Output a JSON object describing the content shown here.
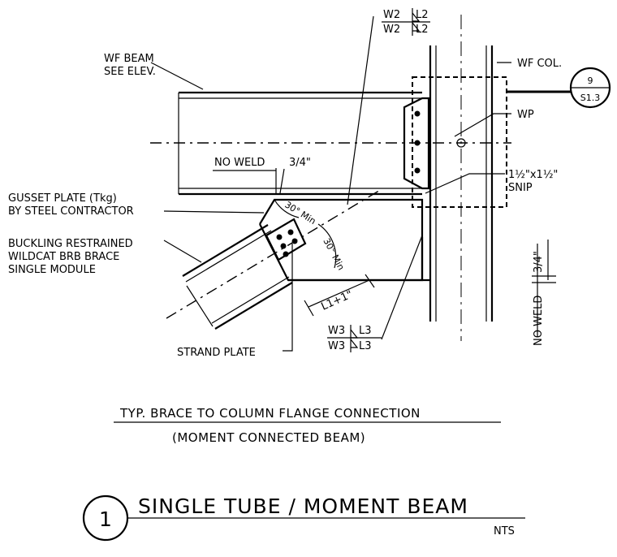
{
  "labels": {
    "wf_beam": "WF BEAM",
    "see_elev": "SEE ELEV.",
    "wf_col": "WF COL.",
    "wp": "WP",
    "no_weld": "NO WELD",
    "frac_34": "3/4\"",
    "snip_dim": "1½\"x1½\"",
    "snip": "SNIP",
    "gusset_1": "GUSSET PLATE (Tkg)",
    "gusset_2": "BY STEEL CONTRACTOR",
    "brb_1": "BUCKLING RESTRAINED",
    "brb_2": "WILDCAT BRB BRACE",
    "brb_3": "SINGLE MODULE",
    "strand_plate": "STRAND PLATE",
    "min30_a": "30° Min",
    "min30_b": "30° Min",
    "l1": "L1+1\"",
    "no_weld_v": "NO WELD",
    "frac_34_v": "3/4\""
  },
  "welds": {
    "top_a": "W2",
    "top_a_size": "L2",
    "top_b": "W2",
    "top_b_size": "L2",
    "bot_a": "W3",
    "bot_a_size": "L3",
    "bot_b": "W3",
    "bot_b_size": "L3"
  },
  "section_ref": {
    "number": "9",
    "sheet": "S1.3"
  },
  "note": {
    "line1": "TYP. BRACE TO COLUMN FLANGE CONNECTION",
    "line2": "(MOMENT CONNECTED BEAM)"
  },
  "title": {
    "number": "1",
    "text": "SINGLE TUBE / MOMENT BEAM",
    "scale": "NTS"
  }
}
